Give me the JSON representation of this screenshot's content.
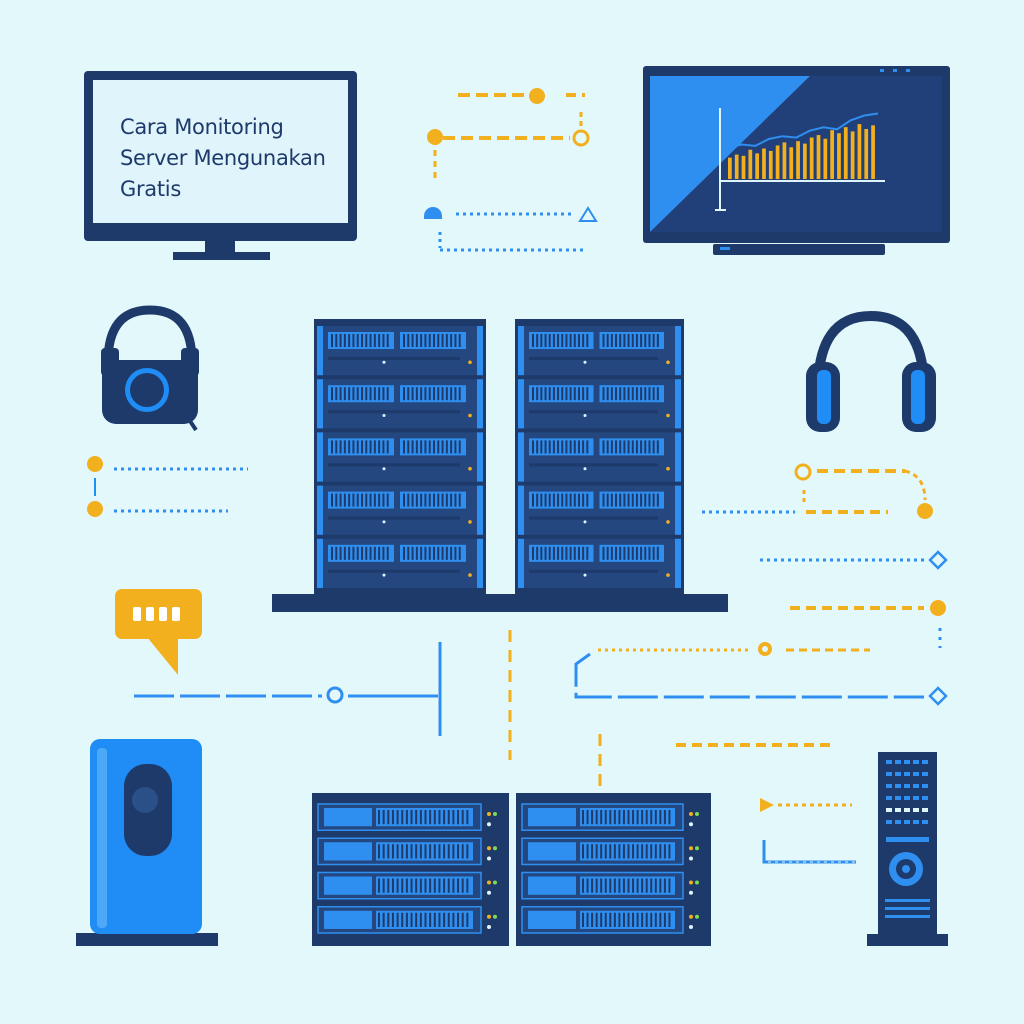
{
  "monitor": {
    "title_lines": [
      "Cara Monitoring",
      "Server Mengunakan",
      "Gratis"
    ]
  },
  "dashboard_chart": {
    "type": "bar",
    "values": [
      0.35,
      0.4,
      0.38,
      0.48,
      0.42,
      0.5,
      0.46,
      0.55,
      0.6,
      0.52,
      0.62,
      0.58,
      0.68,
      0.72,
      0.66,
      0.8,
      0.75,
      0.85,
      0.78,
      0.9,
      0.82,
      0.88
    ],
    "line": [
      0.45,
      0.5,
      0.48,
      0.58,
      0.62,
      0.6,
      0.7,
      0.75,
      0.72,
      0.85,
      0.92,
      0.95
    ]
  },
  "colors": {
    "background": "#e3f8fb",
    "navy": "#1d3a6b",
    "blue": "#2f8ff0",
    "bright_blue": "#1f8df5",
    "amber": "#f2b01e",
    "screen_light": "#e0f4fb"
  },
  "icons": [
    "monitor-icon",
    "tv-icon",
    "headset-icon",
    "headphones-icon",
    "chat-bubble-icon",
    "server-rack-icon",
    "tower-pc-icon",
    "router-icon"
  ]
}
